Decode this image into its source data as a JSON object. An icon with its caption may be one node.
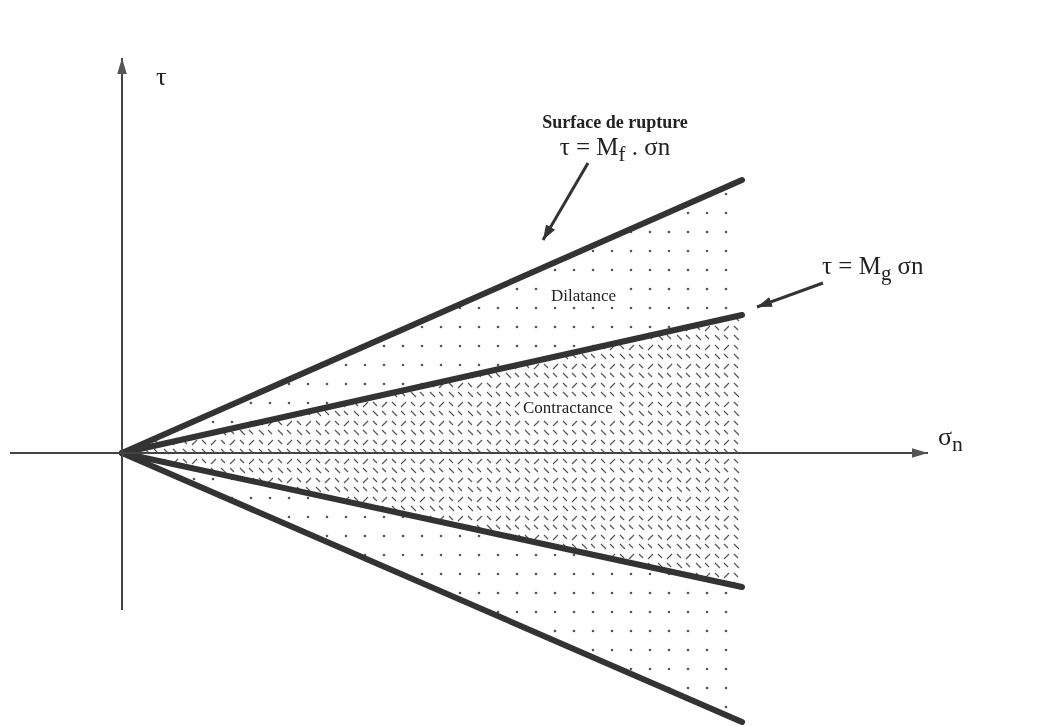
{
  "diagram": {
    "nodes": [
      {
        "text": [
          "Surface de rupture",
          "τ = M$_{f}$ . σn"
        ]
      },
      {
        "text": [
          "τ = M$_{g}$ σn"
        ]
      }
    ],
    "edges": [
      {
        "from": 0,
        "to": null,
        "arrow": "to"
      },
      {
        "from": 1,
        "to": null,
        "arrow": "to"
      }
    ],
    "labels": [
      "τ",
      "σ$_{n}$",
      "Dilatance",
      "Contractance"
    ]
  }
}
